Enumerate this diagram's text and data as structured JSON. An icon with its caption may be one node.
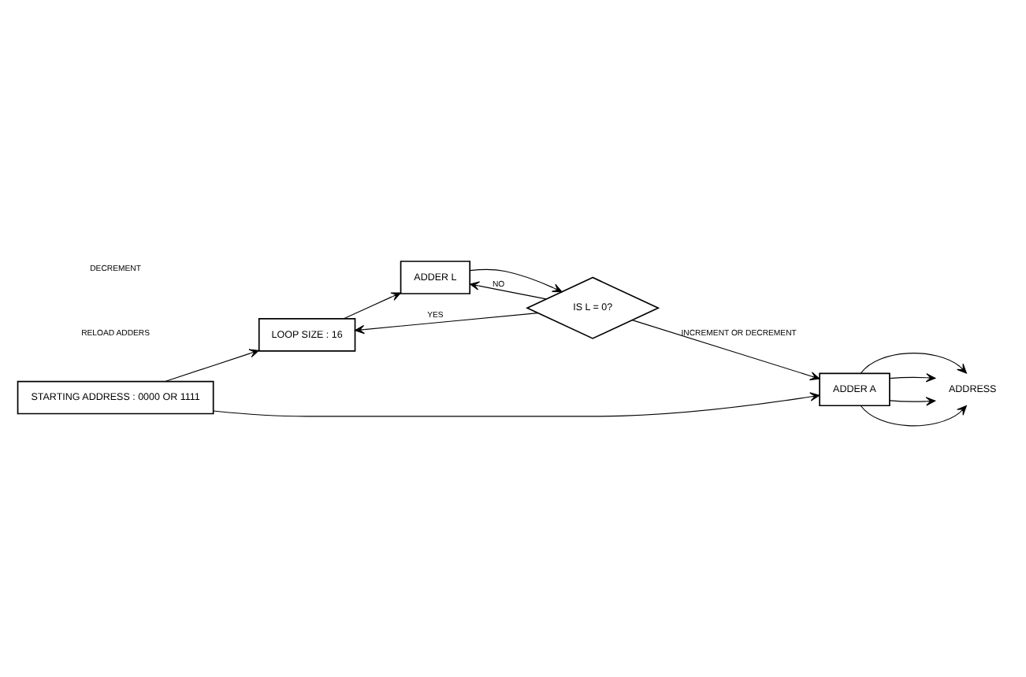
{
  "diagram": {
    "nodes": [
      {
        "text": [
          "STARTING ADDRESS : 0000 OR 1111"
        ]
      },
      {
        "text": [
          "LOOP SIZE : 16"
        ]
      },
      {
        "text": [
          "ADDER L"
        ]
      },
      {
        "text": [
          "IS L = 0?"
        ]
      },
      {
        "text": [
          "ADDER A"
        ]
      },
      {
        "text": [
          "ADDRESS"
        ]
      }
    ],
    "edges": [
      {
        "from": 0,
        "to": 1,
        "arrow": "to"
      },
      {
        "from": 1,
        "to": 2,
        "arrow": "to"
      },
      {
        "from": 0,
        "to": 4,
        "arrow": "to"
      },
      {
        "from": 2,
        "to": 3,
        "arrow": "to"
      },
      {
        "from": 3,
        "to": 1,
        "arrow": "to",
        "label": "YES"
      },
      {
        "from": 3,
        "to": 2,
        "arrow": "to",
        "label": "NO"
      },
      {
        "from": 3,
        "to": 4,
        "arrow": "to",
        "label": "INCREMENT OR DECREMENT"
      },
      {
        "from": 4,
        "to": 5,
        "arrow": "to"
      },
      {
        "from": 4,
        "to": 5,
        "arrow": "to"
      },
      {
        "from": 4,
        "to": 5,
        "arrow": "to"
      },
      {
        "from": 4,
        "to": 5,
        "arrow": "to"
      }
    ],
    "labels": [
      "RELOAD ADDERS",
      "DECREMENT"
    ]
  }
}
